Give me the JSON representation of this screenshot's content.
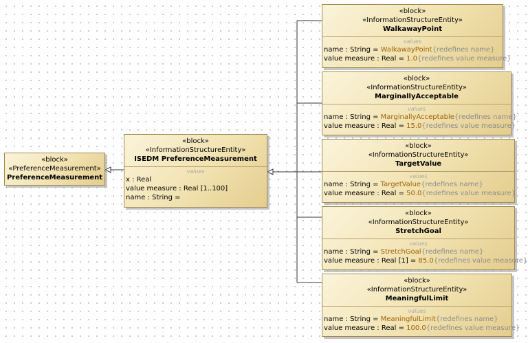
{
  "pref_block": {
    "stereo1": "«block»",
    "stereo2": "«PreferenceMeasurement»",
    "name": "PreferenceMeasurement"
  },
  "isedm_block": {
    "stereo1": "«block»",
    "stereo2": "«InformationStructureEntity»",
    "name": "ISEDM PreferenceMeasurement",
    "compartment": "values",
    "attrs": [
      "x : Real",
      "value measure : Real [1..100]",
      "name : String ="
    ]
  },
  "blocks": [
    {
      "stereo1": "«block»",
      "stereo2": "«InformationStructureEntity»",
      "name": "WalkawayPoint",
      "compartment": "values",
      "name_attr": {
        "prefix": "name : String = ",
        "value": "WalkawayPoint",
        "suffix": "{redefines name}"
      },
      "measure_attr": {
        "prefix": "value measure : Real = ",
        "value": "1.0",
        "suffix": "{redefines value measure}"
      }
    },
    {
      "stereo1": "«block»",
      "stereo2": "«InformationStructureEntity»",
      "name": "MarginallyAcceptable",
      "compartment": "values",
      "name_attr": {
        "prefix": "name : String = ",
        "value": "MarginallyAcceptable",
        "suffix": "{redefines name}"
      },
      "measure_attr": {
        "prefix": "value measure : Real = ",
        "value": "15.0",
        "suffix": "{redefines value measure}"
      }
    },
    {
      "stereo1": "«block»",
      "stereo2": "«InformationStructureEntity»",
      "name": "TargetValue",
      "compartment": "values",
      "name_attr": {
        "prefix": "name : String = ",
        "value": "TargetValue",
        "suffix": "{redefines name}"
      },
      "measure_attr": {
        "prefix": "value measure : Real = ",
        "value": "50.0",
        "suffix": "{redefines value measure}"
      }
    },
    {
      "stereo1": "«block»",
      "stereo2": "«InformationStructureEntity»",
      "name": "StretchGoal",
      "compartment": "values",
      "name_attr": {
        "prefix": "name : String = ",
        "value": "StretchGoal",
        "suffix": "{redefines name}"
      },
      "measure_attr": {
        "prefix": "value measure : Real [1] = ",
        "value": "85.0",
        "suffix": "{redefines value measure}"
      }
    },
    {
      "stereo1": "«block»",
      "stereo2": "«InformationStructureEntity»",
      "name": "MeaningfulLimit",
      "compartment": "values",
      "name_attr": {
        "prefix": "name : String = ",
        "value": "MeaningfulLimit",
        "suffix": "{redefines name}"
      },
      "measure_attr": {
        "prefix": "value measure : Real = ",
        "value": "100.0",
        "suffix": "{redefines value measure}"
      }
    }
  ]
}
